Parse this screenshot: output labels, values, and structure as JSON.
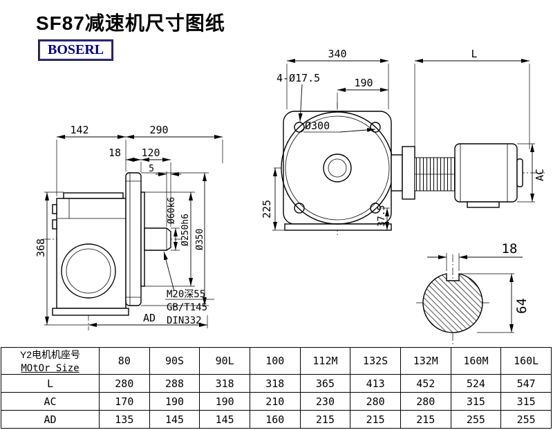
{
  "page": {
    "title": "SF87减速机尺寸图纸",
    "brand": "BOSERL",
    "colors": {
      "brand_border": "#2a2a85",
      "brand_text": "#00008b",
      "line": "#000000"
    }
  },
  "side_view": {
    "d142": "142",
    "d290": "290",
    "d18": "18",
    "d120": "120",
    "d5": "5",
    "shaft_dia": "Ø60k6",
    "spigot_dia": "Ø250h6",
    "flange_dia": "Ø350",
    "d368": "368",
    "dAD": "AD",
    "note_tap": "M20深55",
    "note_gb": "GB/T145",
    "note_din": "DIN332"
  },
  "front_view": {
    "d340": "340",
    "dL": "L",
    "holes": "4-Ø17.5",
    "d190": "190",
    "circle_dia": "Ø300",
    "d225": "225",
    "d375": "37.5",
    "dAC": "AC"
  },
  "shaft_view": {
    "key_width": "18",
    "d64": "64"
  },
  "table": {
    "header_cn": "Y2电机机座号",
    "header_en": "MOtOr Size",
    "columns": [
      "80",
      "90S",
      "90L",
      "100",
      "112M",
      "132S",
      "132M",
      "160M",
      "160L"
    ],
    "rows": [
      {
        "label": "L",
        "values": [
          "280",
          "288",
          "318",
          "318",
          "365",
          "413",
          "452",
          "524",
          "547"
        ]
      },
      {
        "label": "AC",
        "values": [
          "170",
          "190",
          "190",
          "210",
          "230",
          "280",
          "280",
          "315",
          "315"
        ]
      },
      {
        "label": "AD",
        "values": [
          "135",
          "145",
          "145",
          "160",
          "215",
          "215",
          "215",
          "255",
          "255"
        ]
      }
    ]
  }
}
